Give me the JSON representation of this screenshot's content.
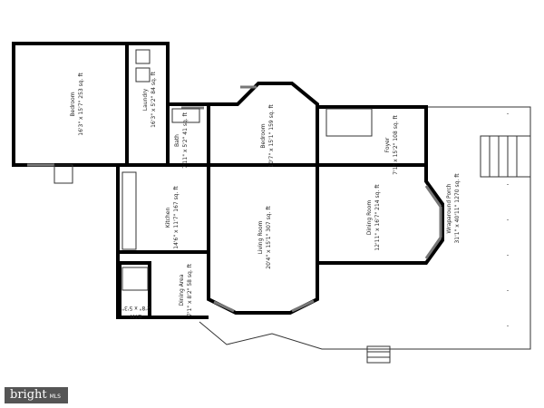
{
  "rooms": [
    {
      "name": "Bedroom",
      "dims": "16'3\" x 15'7\" 253 sq. ft"
    },
    {
      "name": "Laundry",
      "dims": "16'3\" x 5'2\" 84 sq. ft"
    },
    {
      "name": "Bath",
      "dims": "7'11\" x 5'2\" 41 sq. ft"
    },
    {
      "name": "Bedroom",
      "dims": "10'7\" x 15'1\" 159 sq. ft"
    },
    {
      "name": "Foyer",
      "dims": "7'1\" x 15'2\" 108 sq. ft"
    },
    {
      "name": "Dining Room",
      "dims": "12'11\" x 16'7\" 214 sq. ft"
    },
    {
      "name": "Wraparound Porch",
      "dims": "31'1\" x 40'11\" 1270 sq. ft"
    },
    {
      "name": "Kitchen",
      "dims": "14'6\" x 11'7\" 167 sq. ft"
    },
    {
      "name": "Living Room",
      "dims": "20'4\" x 15'1\" 307 sq. ft"
    },
    {
      "name": "Dining Area",
      "dims": "7'1\" x 8'2\" 58 sq. ft"
    },
    {
      "name": "BTH",
      "dims": "2'8\" x 5'3\""
    }
  ],
  "logo": {
    "brand": "bright",
    "suffix": "MLS"
  }
}
